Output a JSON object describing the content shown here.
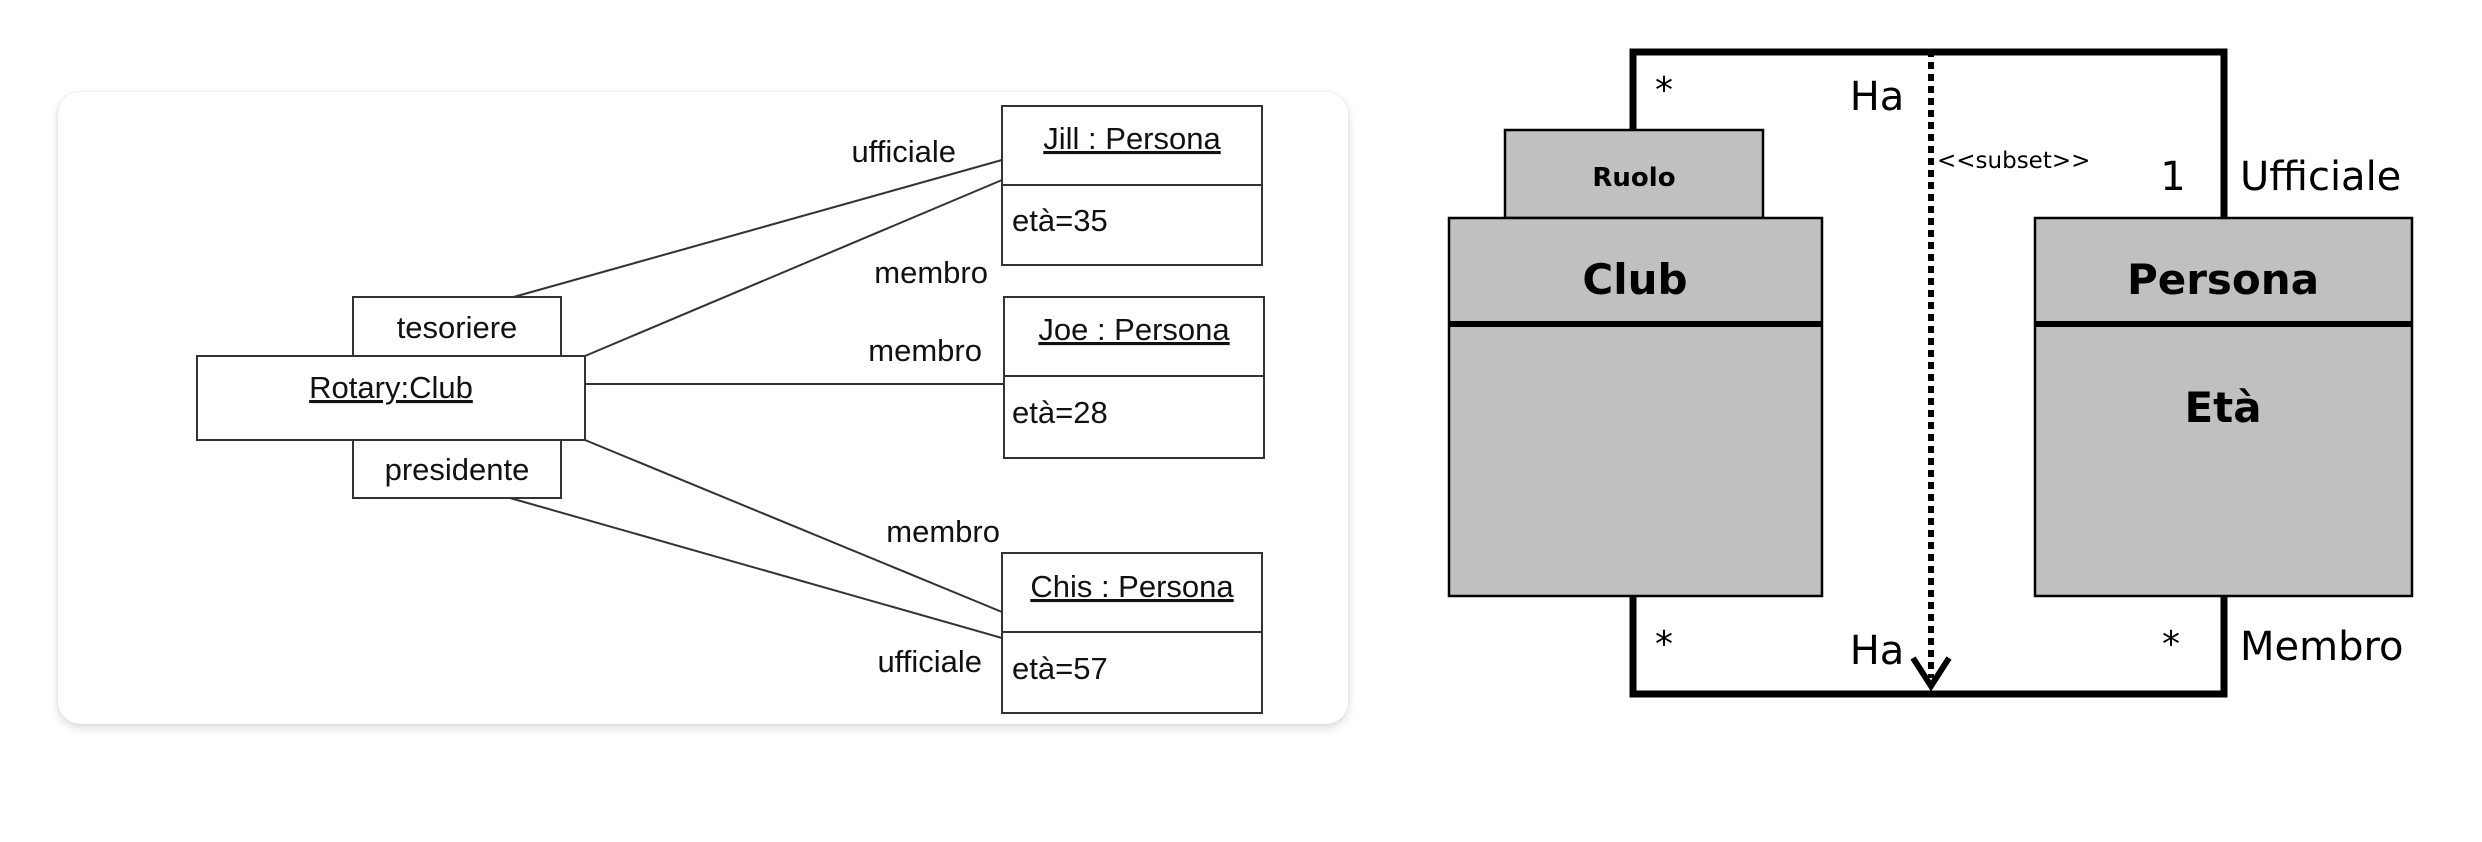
{
  "object_diagram": {
    "club": {
      "label": "Rotary:Club"
    },
    "role_boxes": {
      "top": "tesoriere",
      "bottom": "presidente"
    },
    "persons": [
      {
        "name": "Jill : Persona",
        "attr": "età=35"
      },
      {
        "name": "Joe : Persona",
        "attr": "età=28"
      },
      {
        "name": "Chis : Persona",
        "attr": "età=57"
      }
    ],
    "link_labels": {
      "jill_ufficiale": "ufficiale",
      "jill_membro": "membro",
      "joe_membro": "membro",
      "chis_membro": "membro",
      "chis_ufficiale": "ufficiale"
    }
  },
  "class_diagram": {
    "qualifier": "Ruolo",
    "club": {
      "name": "Club"
    },
    "persona": {
      "name": "Persona",
      "attr": "Età"
    },
    "top_assoc": {
      "mult_left": "*",
      "name": "Ha",
      "mult_right": "1",
      "role": "Ufficiale"
    },
    "bottom_assoc": {
      "mult_left": "*",
      "name": "Ha",
      "mult_right": "*",
      "role": "Membro"
    },
    "constraint": "<<subset>>"
  },
  "colors": {
    "class_fill": "#c0c0c0",
    "line": "#000000",
    "object_line": "#333333"
  }
}
